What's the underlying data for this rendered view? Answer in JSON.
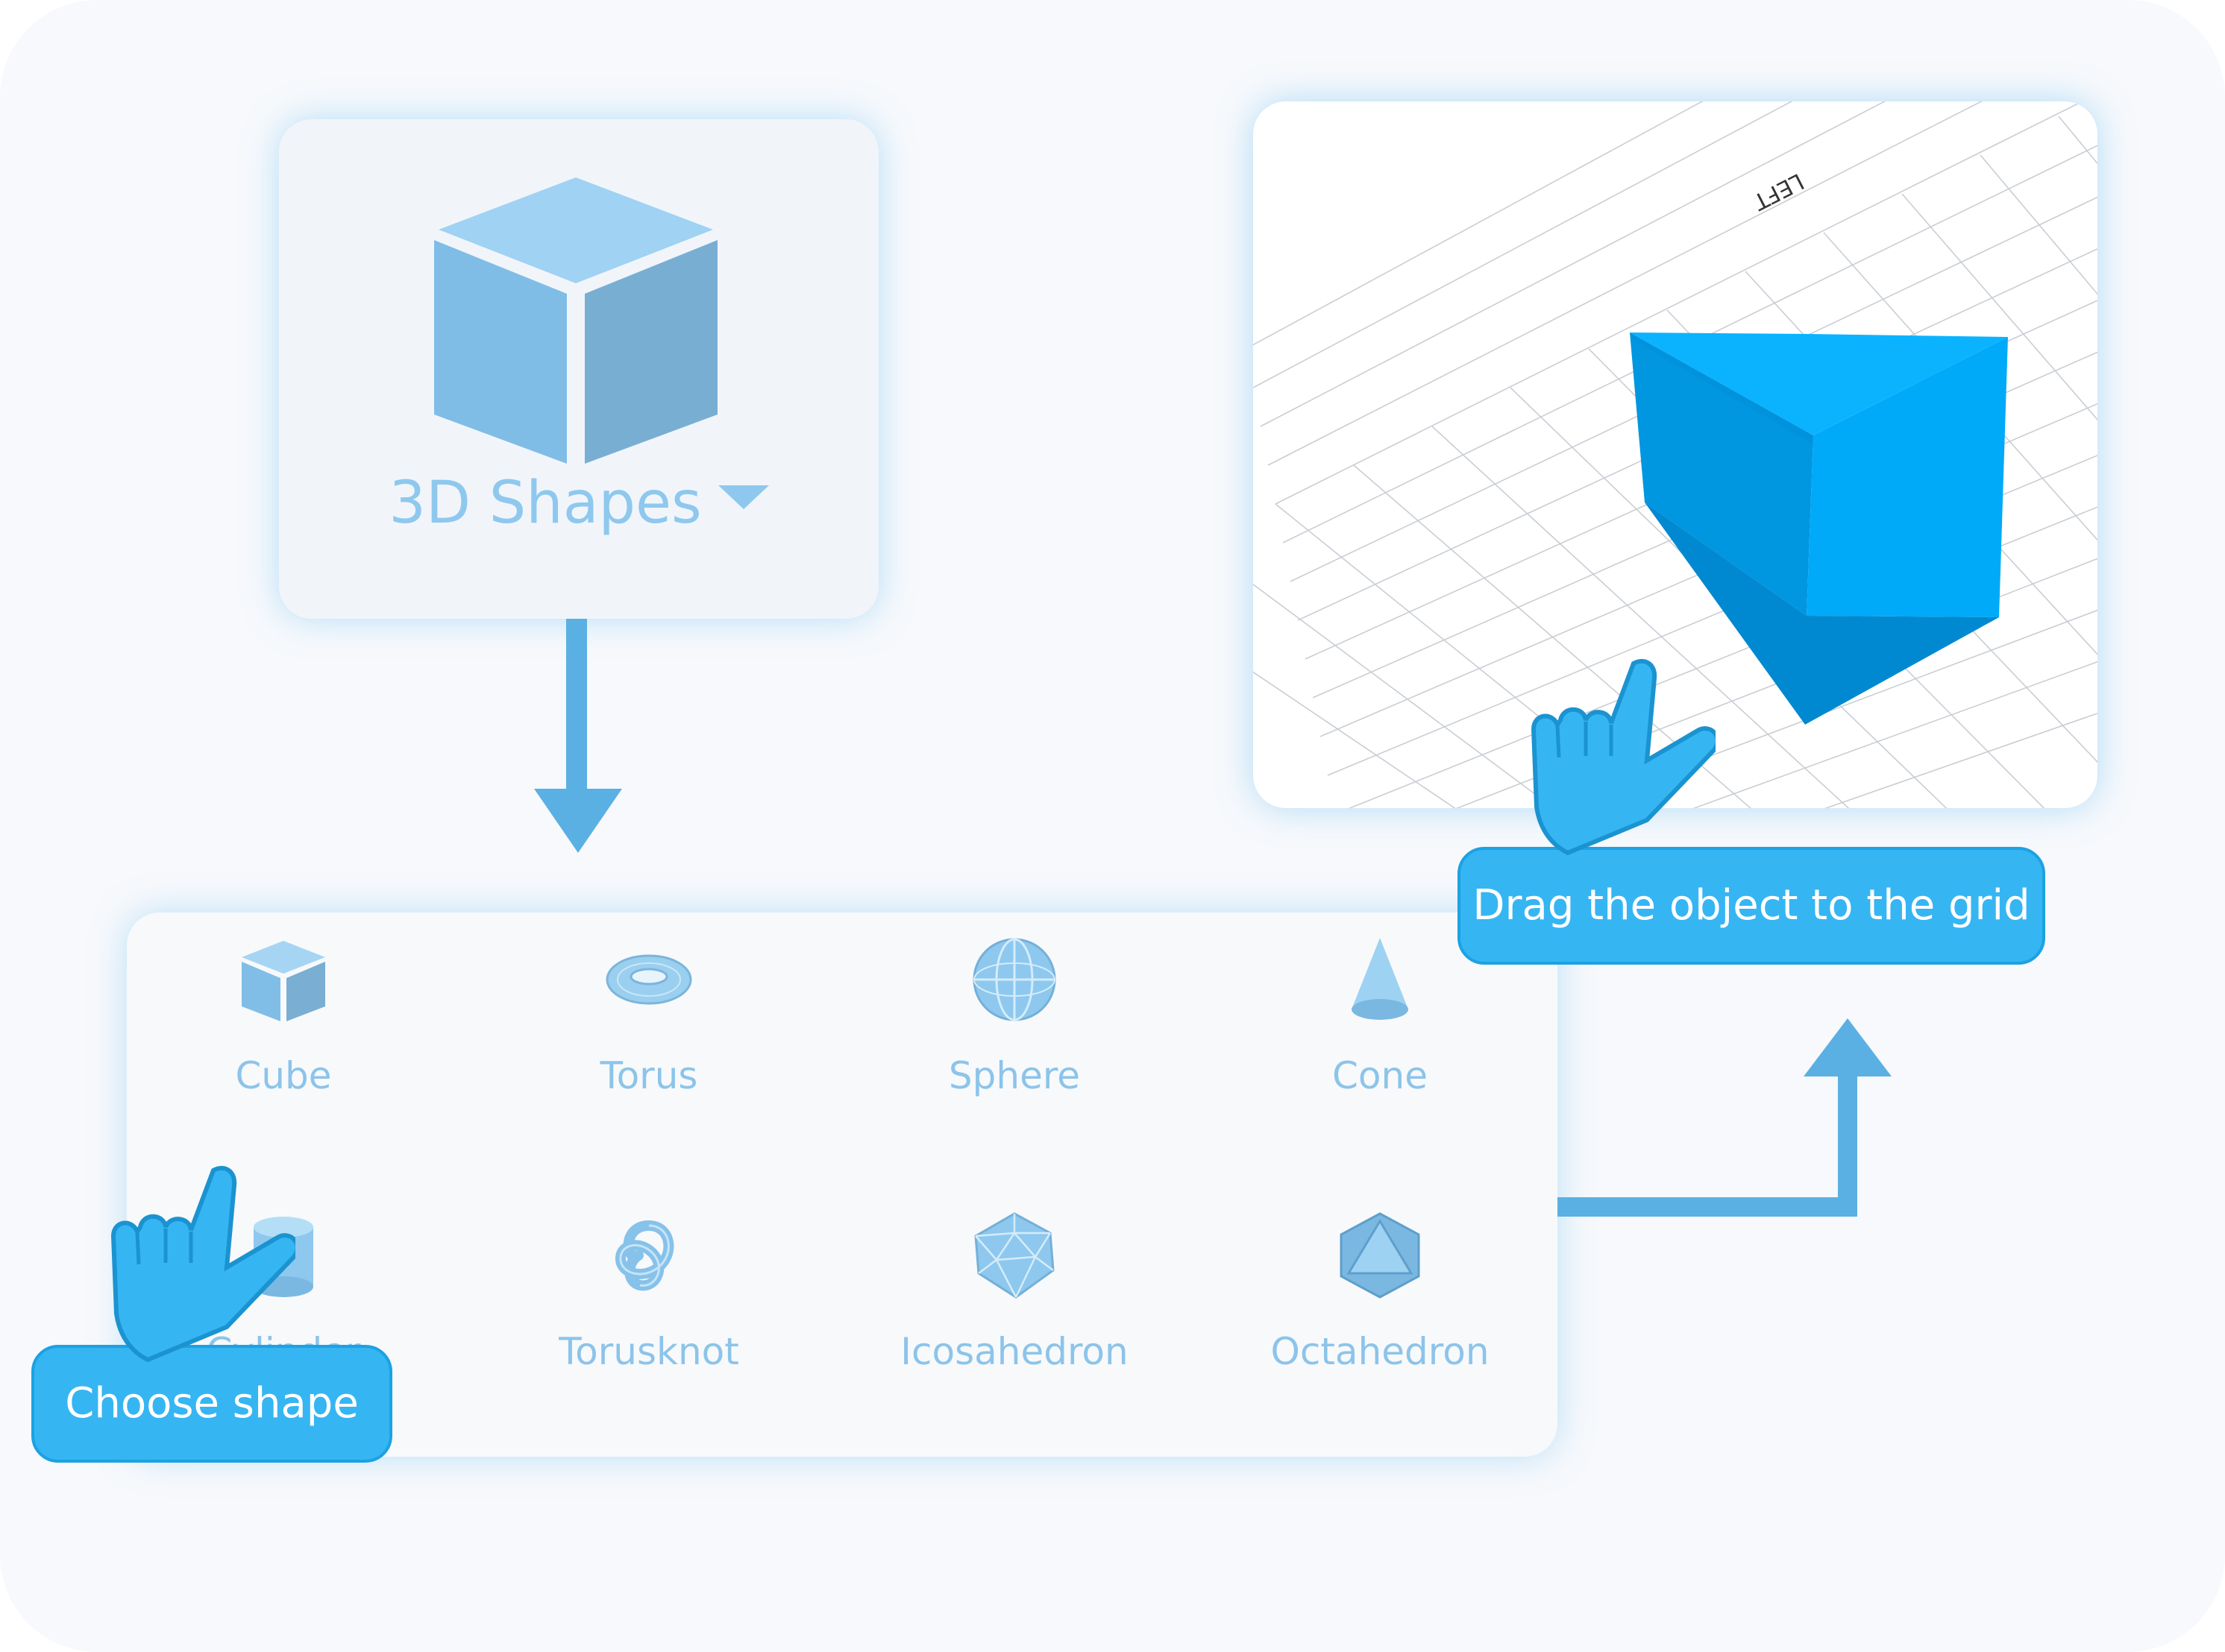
{
  "menu": {
    "label": "3D Shapes",
    "icon": "cube-icon",
    "caret_icon": "caret-down-icon"
  },
  "grid": {
    "axis_label": "LEFT"
  },
  "shapes": [
    {
      "name": "Cube",
      "icon": "cube-icon"
    },
    {
      "name": "Torus",
      "icon": "torus-icon"
    },
    {
      "name": "Sphere",
      "icon": "sphere-icon"
    },
    {
      "name": "Cone",
      "icon": "cone-icon"
    },
    {
      "name": "Cylinder",
      "icon": "cylinder-icon"
    },
    {
      "name": "Torusknot",
      "icon": "torusknot-icon"
    },
    {
      "name": "Icosahedron",
      "icon": "icosahedron-icon"
    },
    {
      "name": "Octahedron",
      "icon": "octahedron-icon"
    }
  ],
  "callouts": {
    "drag": "Drag the object to the grid",
    "choose": "Choose shape"
  },
  "colors": {
    "accent": "#36b5f3",
    "arrow": "#5ab0e2",
    "cube_blue": "#00aaff",
    "soft_blue": "#8ec8ee"
  }
}
